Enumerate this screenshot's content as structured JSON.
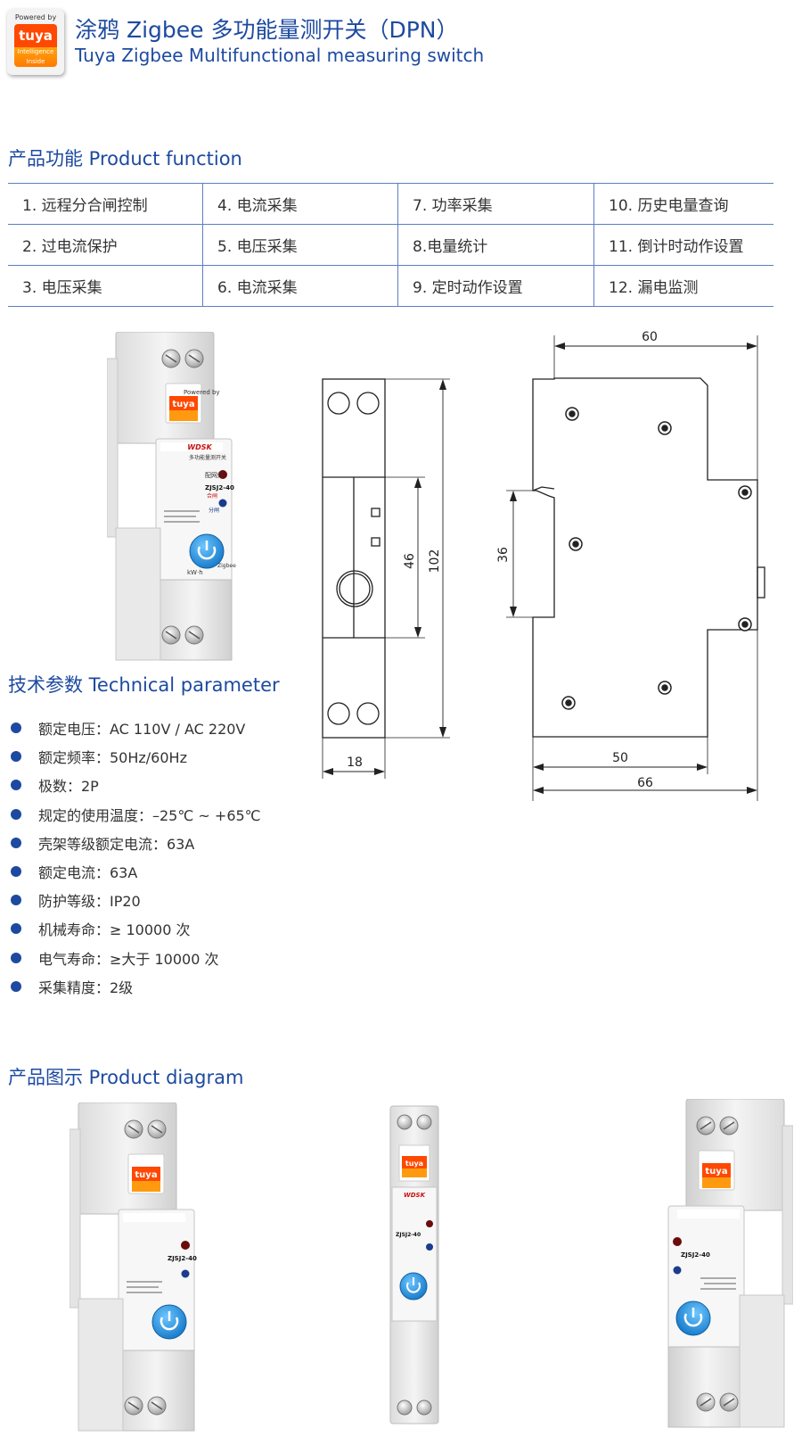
{
  "header": {
    "logo_powered": "Powered by",
    "logo_brand": "tuya",
    "logo_tag_line1": "Intelligence",
    "logo_tag_line2": "Inside",
    "title": "涂鸦 Zigbee 多功能量测开关（DPN）",
    "subtitle": "Tuya Zigbee Multifunctional measuring switch"
  },
  "functions": {
    "title": "产品功能 Product function",
    "rows": [
      [
        "1. 远程分合闸控制",
        "4. 电流采集",
        "7. 功率采集",
        "10. 历史电量查询"
      ],
      [
        "2. 过电流保护",
        "5. 电压采集",
        "8.电量统计",
        "11. 倒计时动作设置"
      ],
      [
        "3. 电压采集",
        "6. 电流采集",
        "9. 定时动作设置",
        "12. 漏电监测"
      ]
    ]
  },
  "device": {
    "logo_powered": "Powered by",
    "logo_brand": "tuya",
    "brand_mark": "WDSK",
    "name_cn": "多功能量测开关",
    "indicator_label": "配网灯",
    "model": "ZJSJ2-40",
    "on_label": "合闸",
    "off_label": "分闸",
    "unit_label": "kW·h",
    "protocol_label": "Zigbee"
  },
  "dimensions": {
    "front_width": "18",
    "inner_height": "46",
    "total_height": "102",
    "side_top_width": "60",
    "side_left_height": "36",
    "side_bottom_inner": "50",
    "side_bottom_total": "66"
  },
  "technical": {
    "title": "技术参数 Technical parameter",
    "params": [
      "额定电压：AC 110V / AC 220V",
      "额定频率：50Hz/60Hz",
      "极数：2P",
      "规定的使用温度：–25℃ ~ +65℃",
      "壳架等级额定电流：63A",
      "额定电流：63A",
      "防护等级：IP20",
      "机械寿命：≥ 10000 次",
      "电气寿命：≥大于 10000 次",
      "采集精度：2级"
    ]
  },
  "diagram": {
    "title": "产品图示 Product diagram"
  },
  "colors": {
    "accent": "#1d4aa0",
    "tuya_orange": "#ff4800",
    "button_blue": "#1f9ae0"
  }
}
